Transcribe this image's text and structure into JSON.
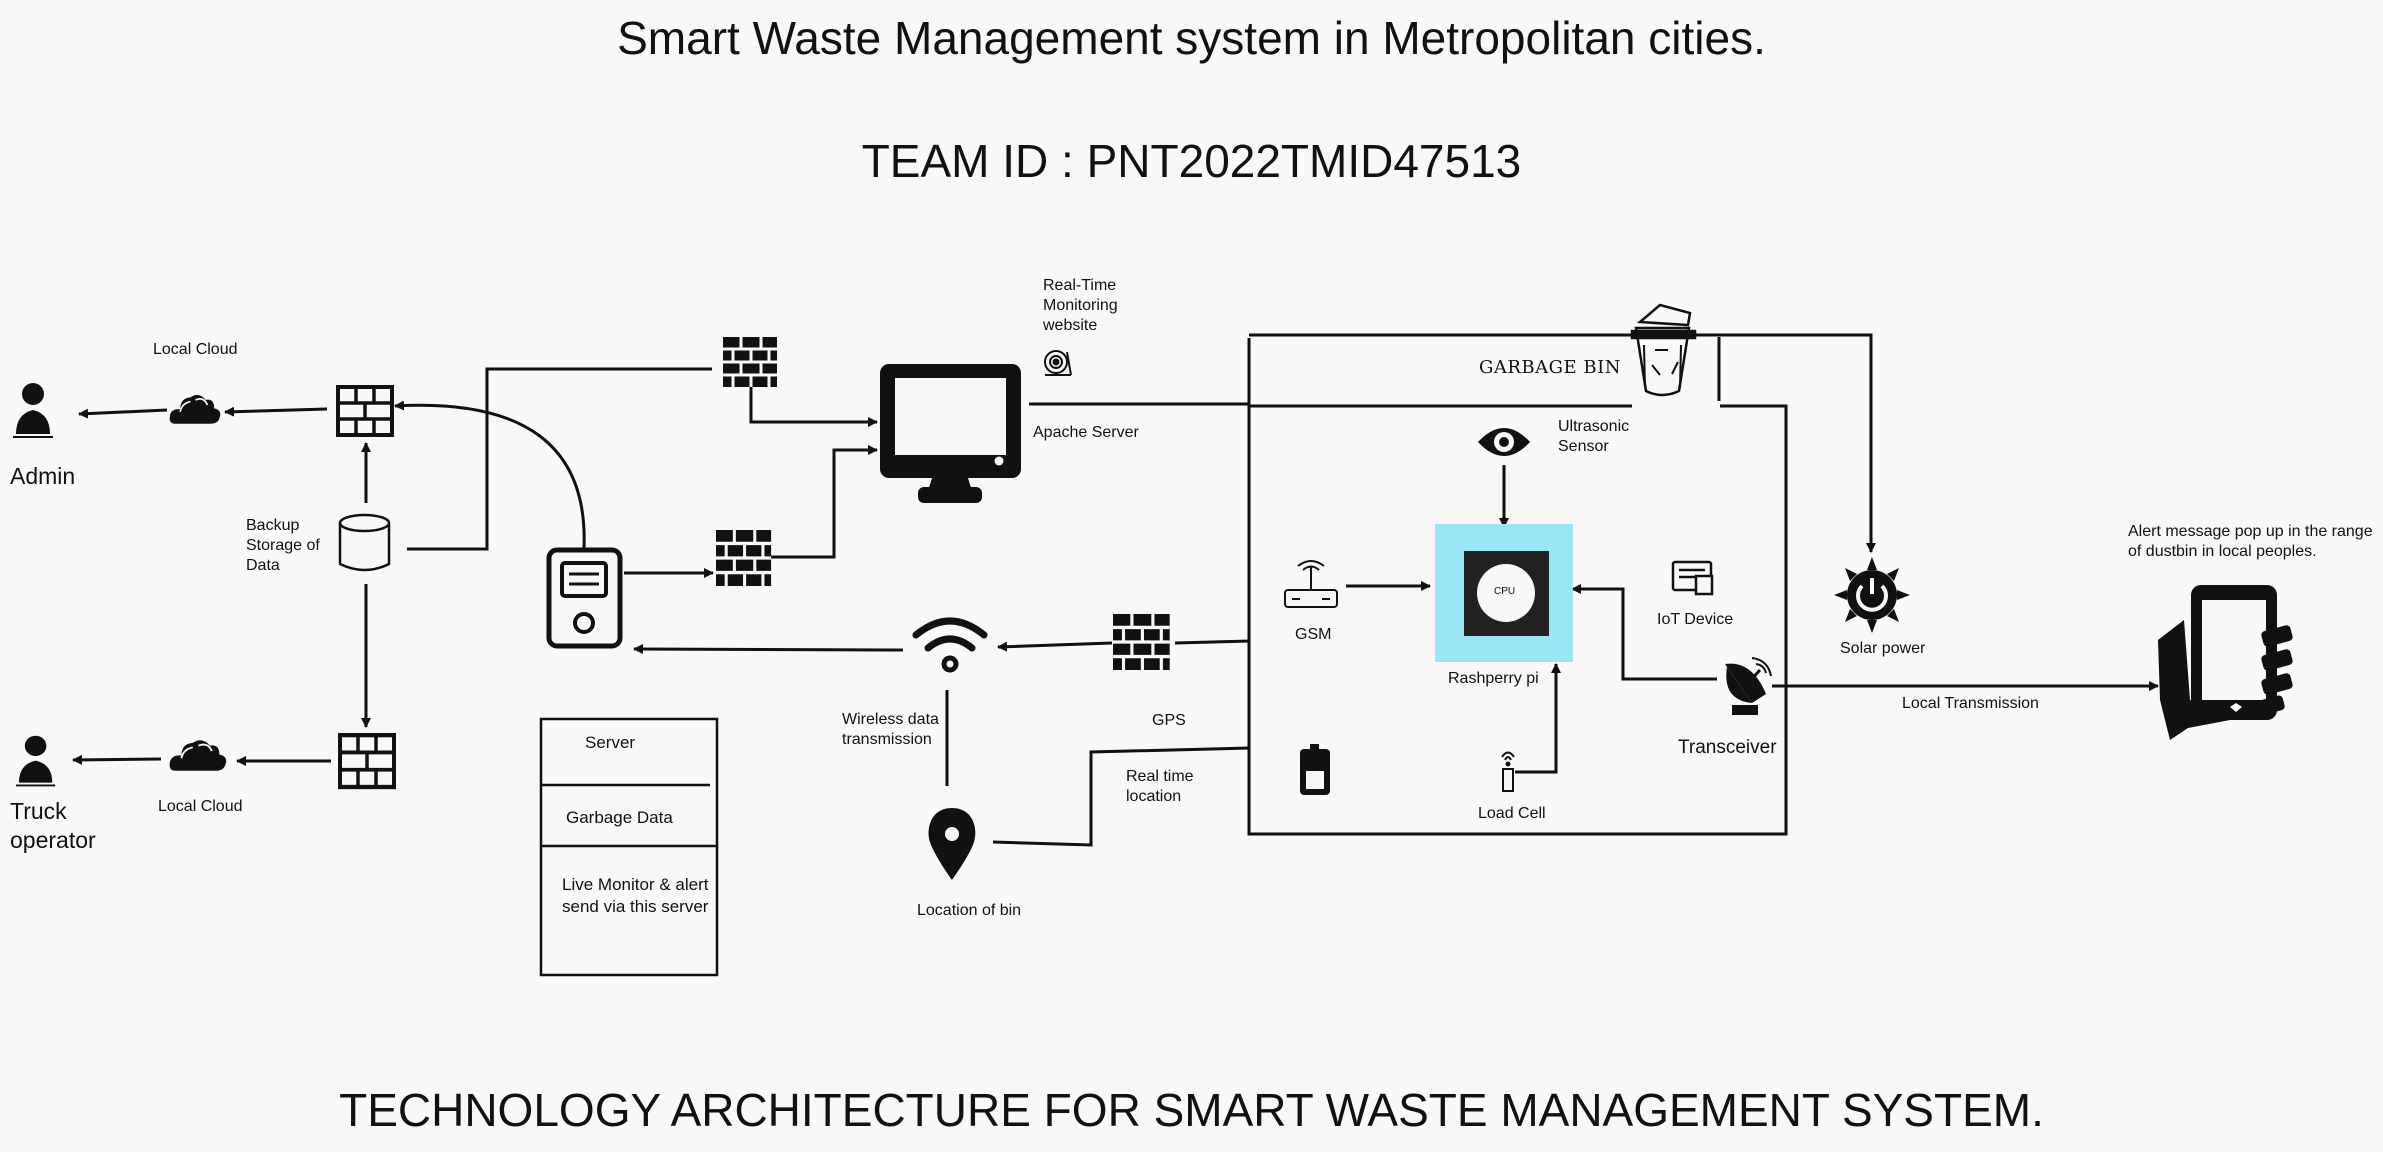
{
  "header": {
    "title": "Smart Waste Management system in Metropolitan cities.",
    "team_id": "TEAM ID : PNT2022TMID47513"
  },
  "footer": {
    "caption": "TECHNOLOGY ARCHITECTURE FOR SMART WASTE MANAGEMENT SYSTEM."
  },
  "nodes": {
    "admin": "Admin",
    "truck_operator": "Truck operator",
    "local_cloud_top": "Local Cloud",
    "local_cloud_bottom": "Local Cloud",
    "backup_storage": "Backup Storage of Data",
    "realtime_website": "Real-Time Monitoring website",
    "apache_server": "Apache Server",
    "wireless": "Wireless data transmission",
    "gps": "GPS",
    "realtime_location": "Real time location",
    "location_of_bin": "Location of bin",
    "garbage_bin": "GARBAGE BIN",
    "ultrasonic_sensor": "Ultrasonic Sensor",
    "gsm": "GSM",
    "cpu": "CPU",
    "raspberry_pi": "Rashperry pi",
    "iot_device": "IoT Device",
    "transceiver": "Transceiver",
    "load_cell": "Load Cell",
    "solar_power": "Solar power",
    "local_transmission": "Local Transmission",
    "alert_message": "Alert message pop up in the range of dustbin in local peoples."
  },
  "server_table": {
    "rows": [
      "Server",
      "Garbage Data",
      "Live Monitor & alert send via this server"
    ]
  },
  "colors": {
    "background": "#f8f8f8",
    "line": "#111111",
    "raspberry_highlight": "#9ae6f6",
    "cpu_chip": "#222222"
  },
  "icons": [
    "admin-person-icon",
    "truck-operator-person-icon",
    "cloud-icon",
    "firewall-icon",
    "database-icon",
    "monitor-icon",
    "webcam-icon",
    "server-tower-icon",
    "wifi-icon",
    "map-pin-icon",
    "recycle-bin-icon",
    "eye-sensor-icon",
    "router-icon",
    "cpu-chip-icon",
    "iot-device-icon",
    "satellite-dish-icon",
    "battery-icon",
    "load-cell-icon",
    "solar-power-icon",
    "smartphone-hand-icon"
  ]
}
